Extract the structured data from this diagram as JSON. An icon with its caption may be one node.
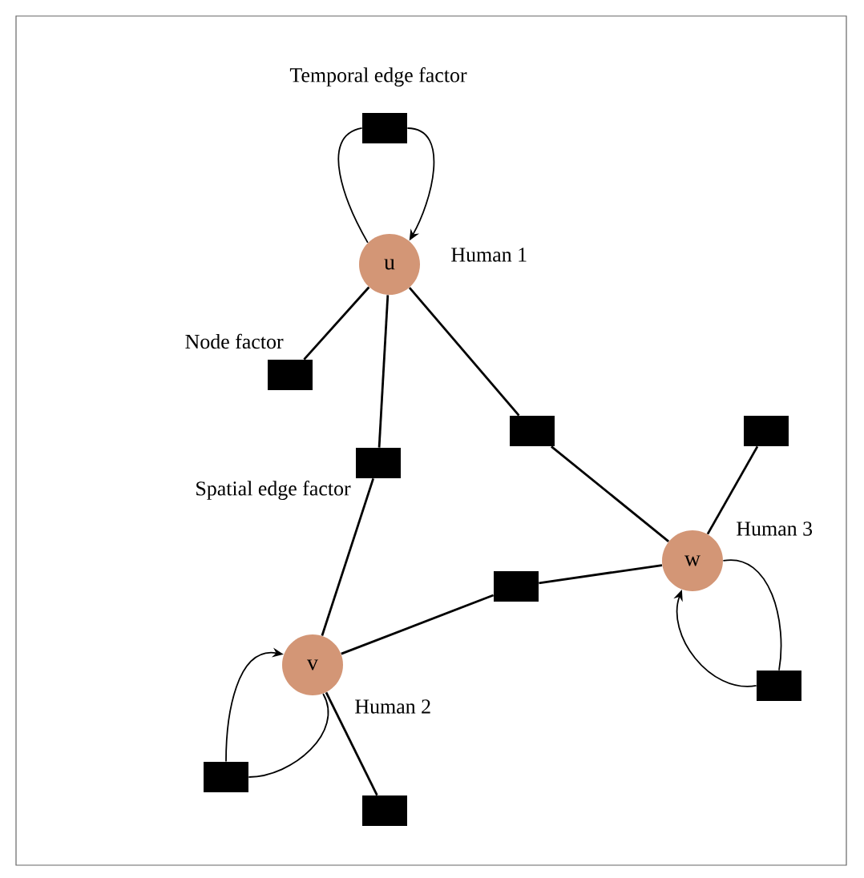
{
  "diagram": {
    "nodes": [
      {
        "text": [
          "u"
        ],
        "beside": [
          "Human 1"
        ]
      },
      {
        "text": [
          "v"
        ],
        "beside": [
          "Human 2"
        ]
      },
      {
        "text": [
          "w"
        ],
        "beside": [
          "Human 3"
        ]
      },
      {
        "text": [],
        "shape": "box",
        "beside": [
          "Temporal edge factor"
        ]
      },
      {
        "text": [],
        "shape": "box",
        "beside": [
          "Node factor"
        ]
      },
      {
        "text": [],
        "shape": "box",
        "beside": [
          "Spatial edge factor"
        ]
      },
      {
        "text": [],
        "shape": "box"
      },
      {
        "text": [],
        "shape": "box"
      },
      {
        "text": [],
        "shape": "box"
      },
      {
        "text": [],
        "shape": "box"
      },
      {
        "text": [],
        "shape": "box"
      },
      {
        "text": [],
        "shape": "box"
      }
    ],
    "edges": [
      {
        "from": 0,
        "to": 3,
        "arrow": "none"
      },
      {
        "from": 3,
        "to": 0,
        "arrow": "to"
      },
      {
        "from": 0,
        "to": 4,
        "arrow": "none"
      },
      {
        "from": 0,
        "to": 5,
        "arrow": "none"
      },
      {
        "from": 5,
        "to": 1,
        "arrow": "none"
      },
      {
        "from": 0,
        "to": 6,
        "arrow": "none"
      },
      {
        "from": 6,
        "to": 2,
        "arrow": "none"
      },
      {
        "from": 1,
        "to": 7,
        "arrow": "none"
      },
      {
        "from": 7,
        "to": 2,
        "arrow": "none"
      },
      {
        "from": 2,
        "to": 8,
        "arrow": "none"
      },
      {
        "from": 2,
        "to": 9,
        "arrow": "none"
      },
      {
        "from": 9,
        "to": 2,
        "arrow": "to"
      },
      {
        "from": 10,
        "to": 1,
        "arrow": "to"
      },
      {
        "from": 1,
        "to": 10,
        "arrow": "none"
      },
      {
        "from": 1,
        "to": 11,
        "arrow": "none"
      }
    ]
  }
}
